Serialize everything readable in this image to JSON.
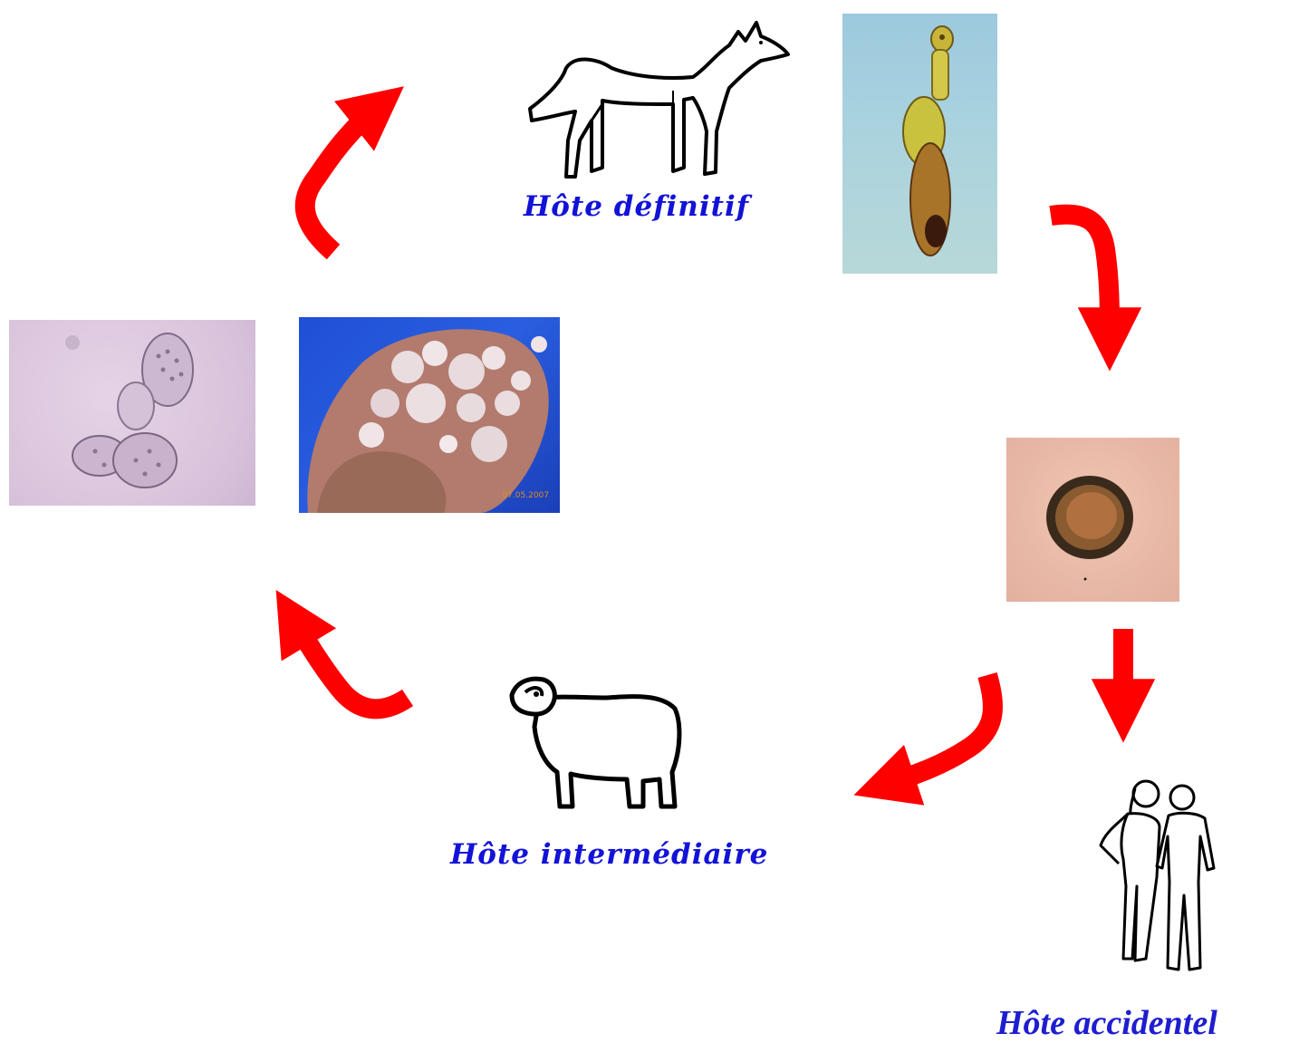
{
  "labels": {
    "definitive_host": "Hôte définitif",
    "intermediate_host": "Hôte intermédiaire",
    "accidental_host": "Hôte accidentel"
  },
  "photos": {
    "liver_date_stamp": "07.05.2007"
  },
  "colors": {
    "arrow": "#ff0000",
    "label": "#1212d8"
  }
}
